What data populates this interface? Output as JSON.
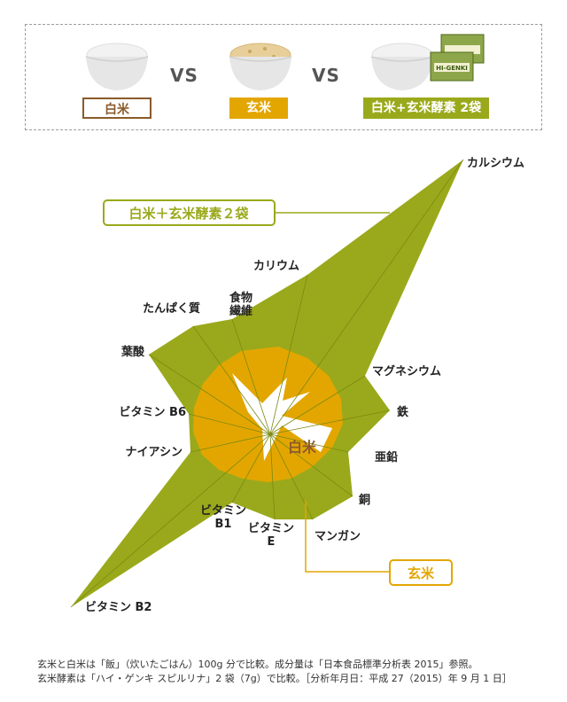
{
  "header": {
    "vs": "VS",
    "tag_white": "白米",
    "tag_brown": "玄米",
    "tag_enzyme": "白米+玄米酵素 2袋",
    "package_text": "HI-GENKI"
  },
  "chart_data": {
    "type": "radar",
    "series": [
      {
        "name": "白米＋玄米酵素２袋",
        "color": "#9aa91b"
      },
      {
        "name": "玄米",
        "color": "#e3a600"
      },
      {
        "name": "白米",
        "color": "#ffffff"
      }
    ],
    "axes": [
      {
        "label": "カルシウム"
      },
      {
        "label": "マグネシウム"
      },
      {
        "label": "鉄"
      },
      {
        "label": "亜鉛"
      },
      {
        "label": "銅"
      },
      {
        "label": "マンガン"
      },
      {
        "label": "ビタミン\nE"
      },
      {
        "label": "ビタミン\nB1"
      },
      {
        "label": "ビタミン B2"
      },
      {
        "label": "ナイアシン"
      },
      {
        "label": "ビタミン B6"
      },
      {
        "label": "葉酸"
      },
      {
        "label": "たんぱく質"
      },
      {
        "label": "食物\n繊維"
      },
      {
        "label": "カリウム"
      }
    ],
    "white_rice_label": "白米",
    "brown_rice_label": "玄米",
    "enzyme_label": "白米＋玄米酵素２袋"
  },
  "footnote": {
    "line1": "玄米と白米は「飯」（炊いたごはん）100g 分で比較。成分量は「日本食品標準分析表 2015」参照。",
    "line2": "玄米酵素は「ハイ・ゲンキ スピルリナ」2 袋（7g）で比較。［分析年月日：平成 27（2015）年 9 月 1 日］"
  },
  "colors": {
    "olive": "#9aa91b",
    "gold": "#e3a600",
    "brown": "#8b5a2b"
  }
}
